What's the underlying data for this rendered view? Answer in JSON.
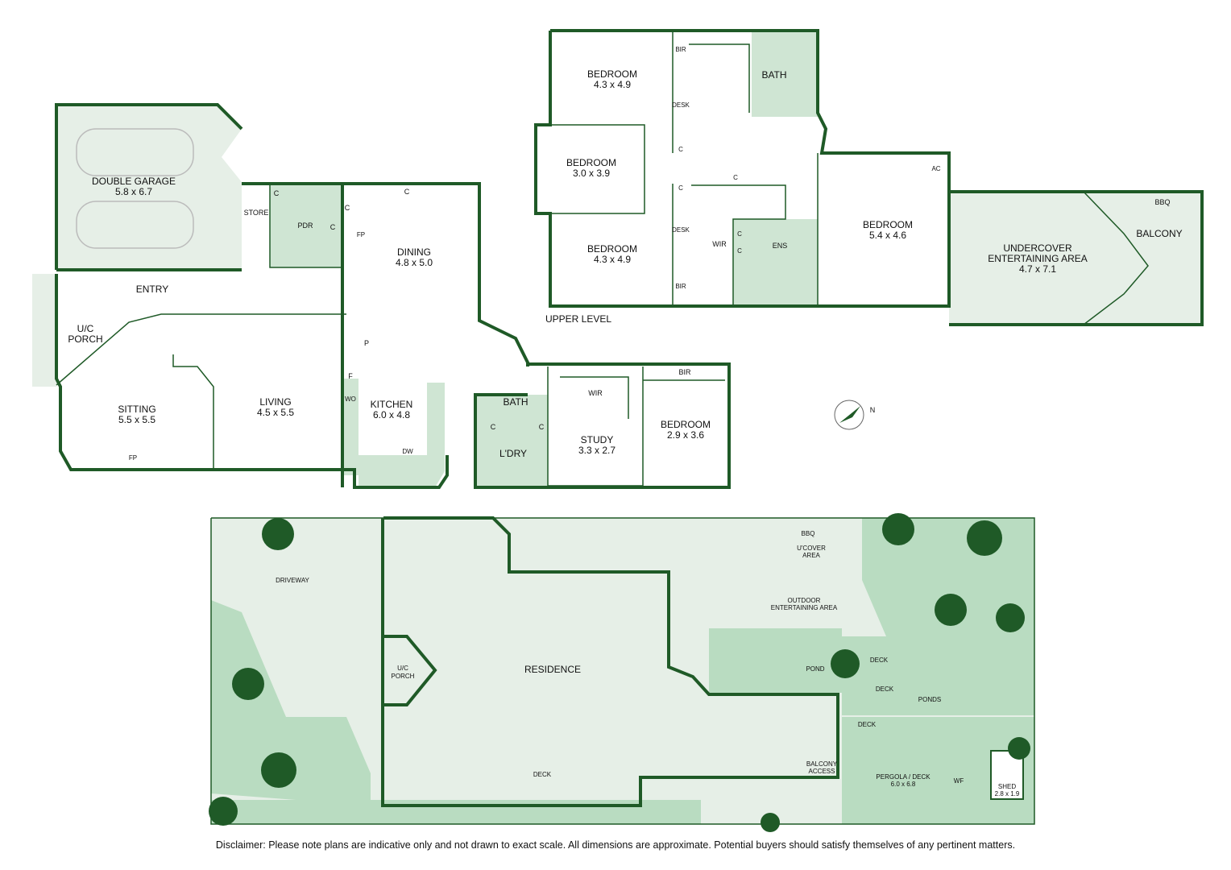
{
  "colors": {
    "wall": "#1f5a27",
    "light_fill": "#e6efe7",
    "mid_fill": "#cfe5d3",
    "garden_fill": "#b9dcc1",
    "tree": "#1f5a27"
  },
  "ground_floor": {
    "double_garage": {
      "name": "DOUBLE GARAGE",
      "size": "5.8 x 6.7"
    },
    "store": "STORE",
    "pdr": "PDR",
    "entry": "ENTRY",
    "porch_line1": "U/C",
    "porch_line2": "PORCH",
    "dining": {
      "name": "DINING",
      "size": "4.8 x 5.0"
    },
    "sitting": {
      "name": "SITTING",
      "size": "5.5 x 5.5"
    },
    "living": {
      "name": "LIVING",
      "size": "4.5 x 5.5"
    },
    "kitchen": {
      "name": "KITCHEN",
      "size": "6.0 x 4.8"
    },
    "bath": "BATH",
    "ldry": "L'DRY",
    "study": {
      "name": "STUDY",
      "size": "3.3 x 2.7"
    },
    "wir": "WIR",
    "bedroom": {
      "name": "BEDROOM",
      "size": "2.9 x 3.6"
    },
    "bir": "BIR",
    "c": "C",
    "fp": "FP",
    "p": "P",
    "f": "F",
    "wo": "WO",
    "dw": "DW"
  },
  "upper_level": {
    "label": "UPPER LEVEL",
    "bedroom1": {
      "name": "BEDROOM",
      "size": "4.3 x 4.9"
    },
    "bedroom2": {
      "name": "BEDROOM",
      "size": "3.0 x 3.9"
    },
    "bedroom3": {
      "name": "BEDROOM",
      "size": "4.3 x 4.9"
    },
    "bedroom4": {
      "name": "BEDROOM",
      "size": "5.4 x 4.6"
    },
    "bath": "BATH",
    "ens": "ENS",
    "wir": "WIR",
    "desk": "DESK",
    "bir": "BIR",
    "c": "C",
    "ac": "AC",
    "undercover_line1": "UNDERCOVER",
    "undercover_line2": "ENTERTAINING AREA",
    "undercover_size": "4.7 x 7.1",
    "balcony": "BALCONY",
    "bbq": "BBQ"
  },
  "compass": "N",
  "site": {
    "driveway": "DRIVEWAY",
    "porch_line1": "U/C",
    "porch_line2": "PORCH",
    "residence": "RESIDENCE",
    "bbq": "BBQ",
    "ucover_line1": "U'COVER",
    "ucover_line2": "AREA",
    "outdoor_line1": "OUTDOOR",
    "outdoor_line2": "ENTERTAINING AREA",
    "pond": "POND",
    "ponds": "PONDS",
    "deck": "DECK",
    "balcony_line1": "BALCONY",
    "balcony_line2": "ACCESS",
    "pergola_line1": "PERGOLA / DECK",
    "pergola_line2": "6.0 x 6.8",
    "wf": "WF",
    "shed_line1": "SHED",
    "shed_line2": "2.8 x 1.9"
  },
  "disclaimer": "Disclaimer: Please note plans are indicative only and not drawn to exact scale. All dimensions are approximate. Potential buyers should satisfy themselves of any pertinent matters."
}
